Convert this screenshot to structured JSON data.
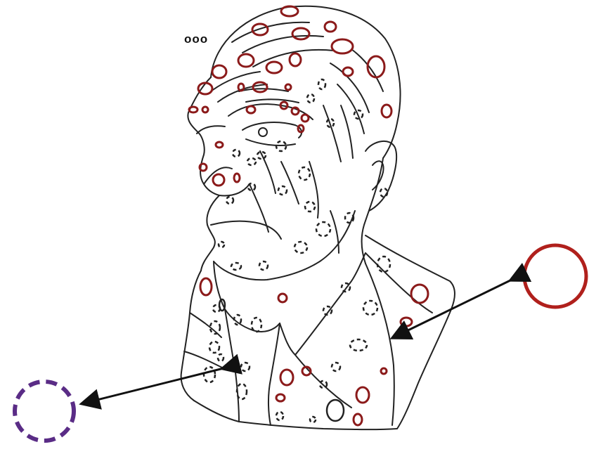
{
  "top_marker": "ooo",
  "colors": {
    "line": "#222222",
    "solid_marker": "#8b1a1a",
    "dashed_marker": "#222222",
    "legend_solid": "#b0201c",
    "legend_dashed": "#5a2c86",
    "arrow": "#111111"
  },
  "legend": {
    "solid_circle": "solid-red-circle",
    "dashed_circle": "dashed-purple-circle"
  }
}
